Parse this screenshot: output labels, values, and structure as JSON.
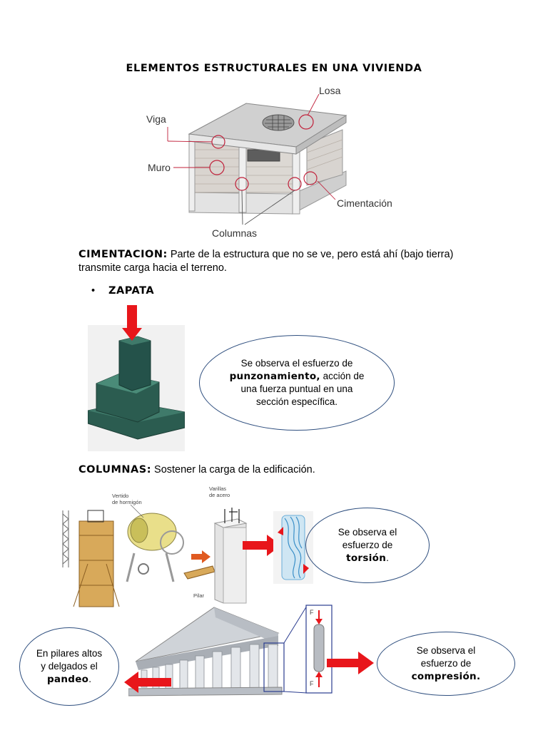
{
  "title": "ELEMENTOS ESTRUCTURALES EN UNA VIVIENDA",
  "house_labels": {
    "losa": "Losa",
    "viga": "Viga",
    "muro": "Muro",
    "cimentacion": "Cimentación",
    "columnas": "Columnas"
  },
  "cimentacion": {
    "heading": "CIMENTACION:",
    "text": " Parte de la estructura que no se ve, pero está ahí (bajo tierra) transmite carga hacia el terreno."
  },
  "zapata": {
    "bullet": "•",
    "label": "ZAPATA",
    "bubble_pre": "Se observa el esfuerzo de ",
    "bubble_bold": "punzonamiento,",
    "bubble_post": " acción de una fuerza puntual en una sección específica."
  },
  "columnas": {
    "heading": "COLUMNAS:",
    "text": " Sostener la carga de la edificación.",
    "label_vertido_1": "Vertido",
    "label_vertido_2": "de hormigón",
    "label_varillas_1": "Varillas",
    "label_varillas_2": "de acero",
    "label_pilar": "Pilar"
  },
  "torsion_bubble": {
    "pre": "Se observa el esfuerzo de ",
    "bold": "torsión",
    "post": "."
  },
  "pandeo_bubble": {
    "pre": "En pilares altos y delgados el ",
    "bold": "pandeo",
    "post": "."
  },
  "compresion_bubble": {
    "pre": "Se observa el esfuerzo de ",
    "bold": "compresión."
  },
  "force_label": "F",
  "colors": {
    "arrow_red": "#e8161b",
    "ellipse_border": "#2f4f7f",
    "zapata_green": "#2b5c50",
    "label_circle": "#c0203a"
  }
}
